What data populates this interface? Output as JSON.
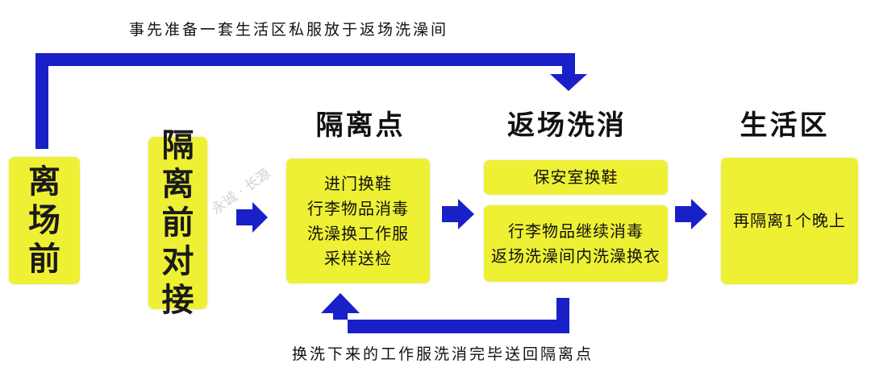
{
  "captions": {
    "top": "事先准备一套生活区私服放于返场洗澡间",
    "bottom": "换洗下来的工作服洗消完毕送回隔离点"
  },
  "headings": {
    "isolation_point": "隔离点",
    "return_disinfect": "返场洗消",
    "living_area": "生活区"
  },
  "boxes": {
    "before_leaving": [
      "离",
      "场",
      "前"
    ],
    "pre_isolation_handover": [
      "隔",
      "离",
      "前",
      "对",
      "接"
    ],
    "isolation_point_steps": [
      "进门换鞋",
      "行李物品消毒",
      "洗澡换工作服",
      "采样送检"
    ],
    "security_room": "保安室换鞋",
    "return_steps": [
      "行李物品继续消毒",
      "返场洗澡间内洗澡换衣"
    ],
    "living_area_step": "再隔离1个晚上"
  },
  "watermark": "永诚 · 长源",
  "colors": {
    "box_fill": "#eef034",
    "arrow": "#1a20c8"
  }
}
